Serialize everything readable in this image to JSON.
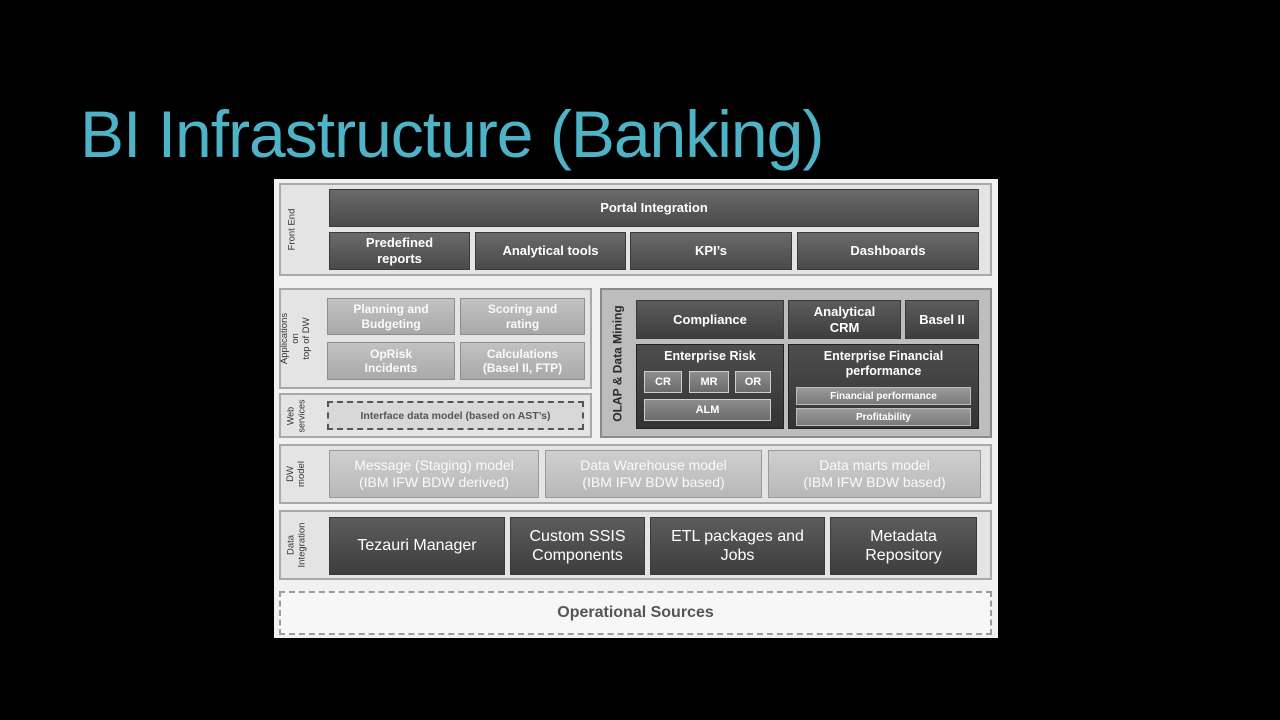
{
  "slide_title": "BI Infrastructure (Banking)",
  "diagram": {
    "front_end": {
      "label": "Front End",
      "portal": "Portal Integration",
      "items": [
        "Predefined\nreports",
        "Analytical tools",
        "KPI’s",
        "Dashboards"
      ]
    },
    "applications": {
      "label": "Applications on\ntop of DW",
      "items": [
        "Planning and\nBudgeting",
        "Scoring and\nrating",
        "OpRisk\nIncidents",
        "Calculations\n(Basel II, FTP)"
      ]
    },
    "web_services": {
      "label": "Web\nservices",
      "item": "Interface data model (based on AST’s)"
    },
    "olap": {
      "label": "OLAP & Data Mining",
      "compliance": "Compliance",
      "analytical_crm": "Analytical\nCRM",
      "basel": "Basel II",
      "enterprise_risk": {
        "title": "Enterprise Risk",
        "chips": [
          "CR",
          "MR",
          "OR"
        ],
        "alm": "ALM"
      },
      "enterprise_financial": {
        "title": "Enterprise Financial\nperformance",
        "bars": [
          "Financial performance",
          "Profitability"
        ]
      }
    },
    "dw_model": {
      "label": "DW\nmodel",
      "items": [
        "Message (Staging) model\n(IBM IFW BDW derived)",
        "Data Warehouse model\n(IBM IFW BDW based)",
        "Data marts model\n(IBM IFW BDW based)"
      ]
    },
    "data_integration": {
      "label": "Data\nIntegration",
      "items": [
        "Tezauri Manager",
        "Custom SSIS\nComponents",
        "ETL packages and\nJobs",
        "Metadata\nRepository"
      ]
    },
    "operational_sources": "Operational Sources"
  }
}
